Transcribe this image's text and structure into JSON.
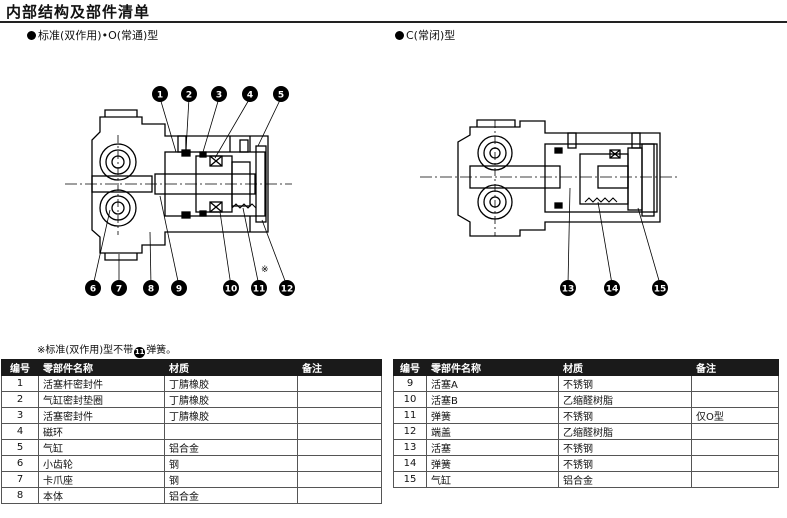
{
  "title": "内部结构及部件清单",
  "left_subtitle": "标准(双作用)•O(常通)型",
  "right_subtitle": "C(常闭)型",
  "callouts_left_top": [
    "1",
    "2",
    "3",
    "4",
    "5"
  ],
  "callouts_left_bottom": [
    "6",
    "7",
    "8",
    "9",
    "10",
    "11",
    "12"
  ],
  "callouts_right_bottom": [
    "13",
    "14",
    "15"
  ],
  "spring_mark": "※",
  "note": {
    "prefix": "※标准(双作用)型不带",
    "badge": "11",
    "suffix": "弹簧。"
  },
  "table_headers": {
    "no": "编号",
    "part": "零部件名称",
    "material": "材质",
    "remark": "备注"
  },
  "parts_left": [
    {
      "no": "1",
      "part": "活塞杆密封件",
      "material": "丁腈橡胶",
      "remark": ""
    },
    {
      "no": "2",
      "part": "气缸密封垫圈",
      "material": "丁腈橡胶",
      "remark": ""
    },
    {
      "no": "3",
      "part": "活塞密封件",
      "material": "丁腈橡胶",
      "remark": ""
    },
    {
      "no": "4",
      "part": "磁环",
      "material": "",
      "remark": ""
    },
    {
      "no": "5",
      "part": "气缸",
      "material": "铝合金",
      "remark": ""
    },
    {
      "no": "6",
      "part": "小齿轮",
      "material": "钢",
      "remark": ""
    },
    {
      "no": "7",
      "part": "卡爪座",
      "material": "钢",
      "remark": ""
    },
    {
      "no": "8",
      "part": "本体",
      "material": "铝合金",
      "remark": ""
    }
  ],
  "parts_right": [
    {
      "no": "9",
      "part": "活塞A",
      "material": "不锈钢",
      "remark": ""
    },
    {
      "no": "10",
      "part": "活塞B",
      "material": "乙缩醛树脂",
      "remark": ""
    },
    {
      "no": "11",
      "part": "弹簧",
      "material": "不锈钢",
      "remark": "仅O型"
    },
    {
      "no": "12",
      "part": "端盖",
      "material": "乙缩醛树脂",
      "remark": ""
    },
    {
      "no": "13",
      "part": "活塞",
      "material": "不锈钢",
      "remark": ""
    },
    {
      "no": "14",
      "part": "弹簧",
      "material": "不锈钢",
      "remark": ""
    },
    {
      "no": "15",
      "part": "气缸",
      "material": "铝合金",
      "remark": ""
    }
  ]
}
